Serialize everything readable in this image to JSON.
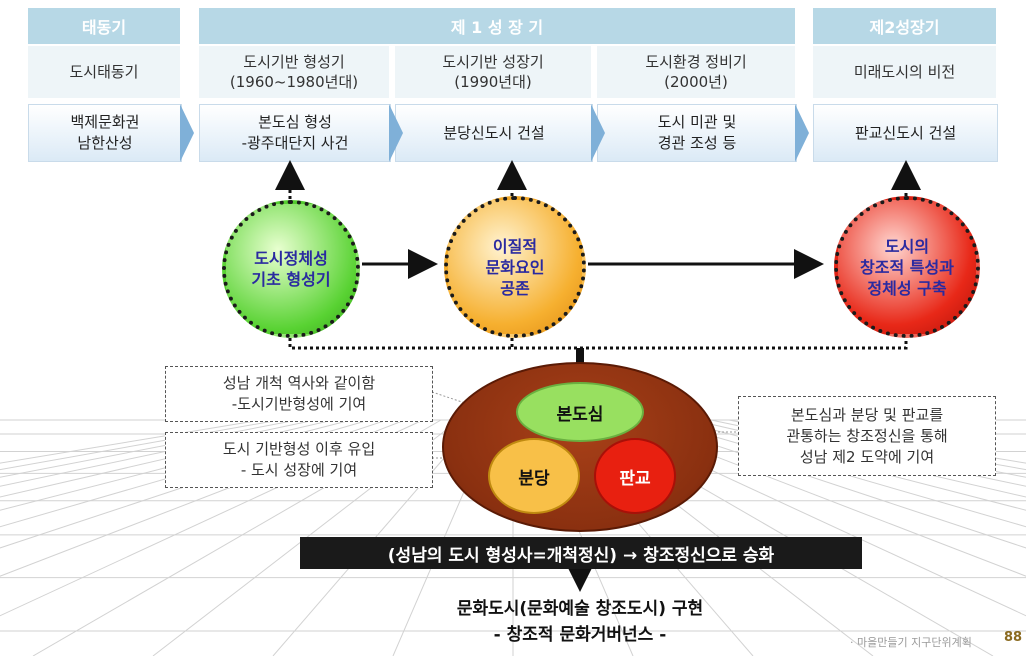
{
  "phases": [
    {
      "label": "태동기"
    },
    {
      "label": "제 1 성 장 기"
    },
    {
      "label": "제2성장기"
    }
  ],
  "periods": [
    {
      "line1": "도시태동기",
      "line2": ""
    },
    {
      "line1": "도시기반 형성기",
      "line2": "(1960~1980년대)"
    },
    {
      "line1": "도시기반 성장기",
      "line2": "(1990년대)"
    },
    {
      "line1": "도시환경 정비기",
      "line2": "(2000년)"
    },
    {
      "line1": "미래도시의 비전",
      "line2": ""
    }
  ],
  "events": [
    {
      "line1": "백제문화권",
      "line2": "남한산성"
    },
    {
      "line1": "본도심 형성",
      "line2": "-광주대단지 사건"
    },
    {
      "line1": "분당신도시 건설",
      "line2": ""
    },
    {
      "line1": "도시 미관 및",
      "line2": "경관 조성 등"
    },
    {
      "line1": "판교신도시 건설",
      "line2": ""
    }
  ],
  "stages": [
    {
      "line1": "도시정체성",
      "line2": "기초 형성기",
      "line3": "",
      "color": "#2a2aa0"
    },
    {
      "line1": "이질적",
      "line2": "문화요인",
      "line3": "공존",
      "color": "#2a2aa0"
    },
    {
      "line1": "도시의",
      "line2": "창조적 특성과",
      "line3": "정체성 구축",
      "color": "#2a2aa0"
    }
  ],
  "notes": {
    "left_top": {
      "line1": "성남 개척 역사와 같이함",
      "line2": "-도시기반형성에 기여"
    },
    "left_bottom": {
      "line1": "도시 기반형성 이후 유입",
      "line2": "- 도시 성장에 기여"
    },
    "right": {
      "line1": "본도심과 분당 및 판교를",
      "line2": "관통하는 창조정신을 통해",
      "line3": "성남 제2 도약에 기여"
    }
  },
  "regions": {
    "main": "본도심",
    "bundang": "분당",
    "pangyo": "판교"
  },
  "slogan": "(성남의 도시 형성사=개척정신) → 창조정신으로 승화",
  "conclusion": {
    "line1": "문화도시(문화예술 창조도시) 구현",
    "line2": "- 창조적 문화거버넌스 -"
  },
  "footer": {
    "caption": "· 마을만들기 지구단위계획",
    "page": "88"
  },
  "colors": {
    "header": "#b7d8e6",
    "circle_green": "#58d232",
    "circle_orange": "#f0a020",
    "circle_red": "#e02818",
    "oval": "#8a3010",
    "region_main": "#98e060",
    "region_bundang": "#f8c048",
    "region_pangyo": "#e82010"
  }
}
